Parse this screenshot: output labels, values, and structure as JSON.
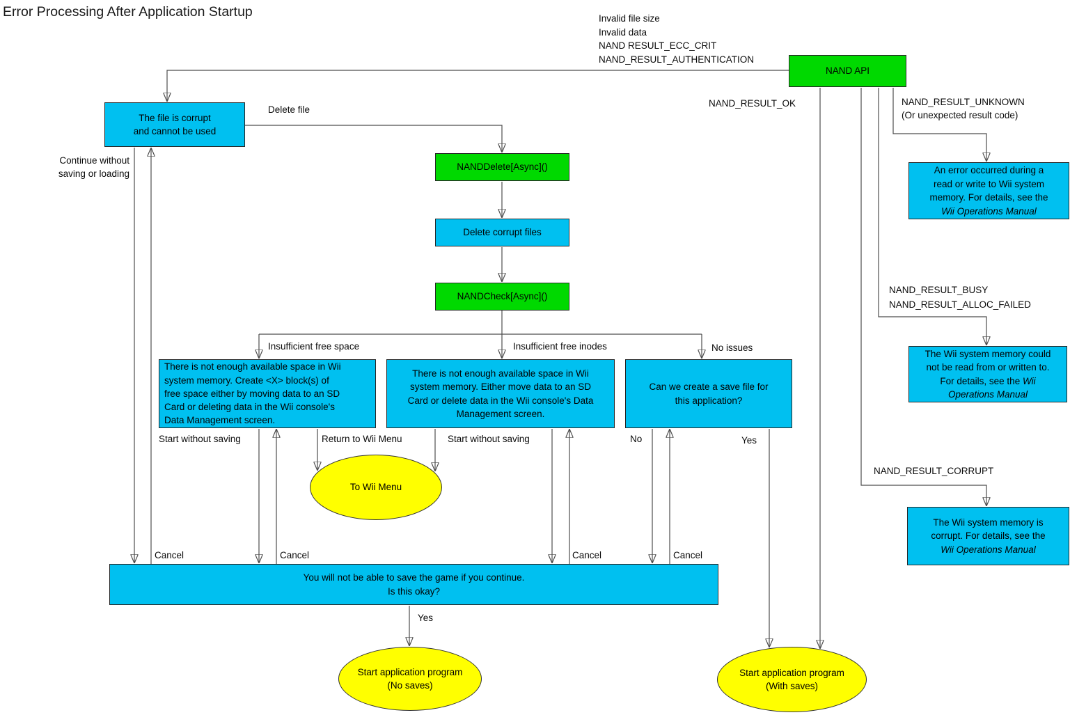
{
  "diagram": {
    "title": "Error Processing After Application Startup",
    "colors": {
      "api_green": "#00d900",
      "info_cyan": "#00c0f0",
      "terminal_yellow": "#ffff00",
      "line": "#4d4d4d"
    },
    "nodes": {
      "nand_api": {
        "label": "NAND API"
      },
      "file_corrupt": {
        "l1": "The file is corrupt",
        "l2": "and cannot be used"
      },
      "nand_delete": {
        "label": "NANDDelete[Async]()"
      },
      "delete_corrupt_files": {
        "label": "Delete corrupt files"
      },
      "nand_check": {
        "label": "NANDCheck[Async]()"
      },
      "insufficient_space_box": {
        "l1": "There is not enough available space in Wii",
        "l2": "system memory. Create <X> block(s) of",
        "l3": "free space either by moving data to an SD",
        "l4": "Card or deleting data in the Wii console's",
        "l5": "Data Management screen."
      },
      "insufficient_inodes_box": {
        "l1": "There is not enough available space in Wii",
        "l2": "system memory. Either move data to an SD",
        "l3": "Card or delete data in the Wii console's Data",
        "l4": "Management screen."
      },
      "create_save_box": {
        "l1": "Can we create a save file for",
        "l2": "this application?"
      },
      "confirm_box": {
        "l1": "You will not be able to save the game if you continue.",
        "l2": "Is this okay?"
      },
      "to_wii_menu": {
        "label": "To Wii Menu"
      },
      "start_no_saves": {
        "l1": "Start application program",
        "l2": "(No saves)"
      },
      "start_with_saves": {
        "l1": "Start application program",
        "l2": "(With saves)"
      },
      "unknown_box": {
        "l1": "An error occurred during a",
        "l2": "read or write to Wii system",
        "l3": "memory. For details, see the",
        "l4_italic": "Wii Operations Manual"
      },
      "busy_box": {
        "l1": "The Wii system memory could",
        "l2": "not be read from or written to.",
        "l3": "For details, see the ",
        "l3_italic": "Wii",
        "l4_italic": "Operations Manual"
      },
      "corrupt_box": {
        "l1": "The Wii system memory is",
        "l2": "corrupt. For details, see the",
        "l3_italic": "Wii Operations Manual"
      }
    },
    "edge_labels": {
      "invalid_file_size": "Invalid file size",
      "invalid_data": "Invalid data",
      "ecc_crit": "NAND RESULT_ECC_CRIT",
      "authentication": "NAND_RESULT_AUTHENTICATION",
      "result_ok": "NAND_RESULT_OK",
      "result_unknown": "NAND_RESULT_UNKNOWN",
      "result_unknown2": "(Or unexpected result code)",
      "result_busy": "NAND_RESULT_BUSY",
      "result_alloc_failed": "NAND_RESULT_ALLOC_FAILED",
      "result_corrupt": "NAND_RESULT_CORRUPT",
      "delete_file": "Delete file",
      "continue_without1": "Continue without",
      "continue_without2": "saving or loading",
      "insufficient_free_space": "Insufficient free space",
      "insufficient_free_inodes": "Insufficient free inodes",
      "no_issues": "No issues",
      "start_without_saving_1": "Start without saving",
      "return_to_wii_menu": "Return to Wii Menu",
      "start_without_saving_2": "Start without saving",
      "no": "No",
      "yes_create": "Yes",
      "cancel_1": "Cancel",
      "cancel_2": "Cancel",
      "cancel_3": "Cancel",
      "cancel_4": "Cancel",
      "yes_confirm": "Yes"
    }
  }
}
